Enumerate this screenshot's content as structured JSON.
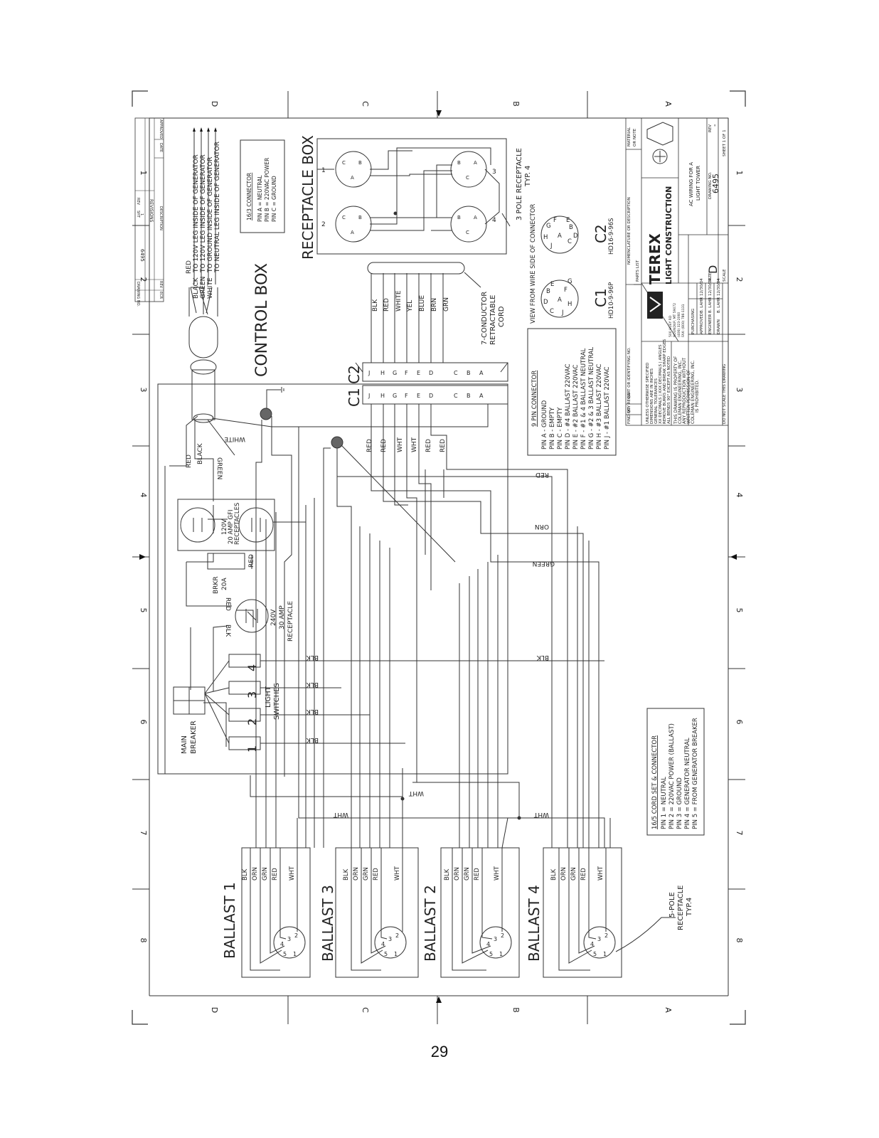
{
  "page_number": "29",
  "border": {
    "columns": [
      "D",
      "C",
      "B",
      "A"
    ],
    "rows": [
      "1",
      "2",
      "3",
      "4",
      "5",
      "6",
      "7",
      "8"
    ]
  },
  "revision_block": {
    "drawing_no_label": "DRAWING NO.",
    "drawing_no": "6495",
    "sheet_label": "SHT",
    "sheet_value": "1",
    "rev_label": "REV",
    "title": "REVISIONS",
    "columns": [
      "ECR",
      "REV",
      "DESCRIPTION",
      "DATE",
      "APPROVED"
    ]
  },
  "generator_leads": [
    {
      "color": "RED",
      "desc": "TO 120V LEG INSIDE OF GENERATOR"
    },
    {
      "color": "BLACK",
      "desc": "TO 120V LEG INSIDE OF GENERATOR"
    },
    {
      "color": "GREEN",
      "desc": "TO GROUND INSIDE OF GENERATOR"
    },
    {
      "color": "WHITE",
      "desc": "TO NEUTRAL LEG INSIDE OF GENERATOR"
    }
  ],
  "connector_16_3": {
    "title": "16/3 CONNECTOR",
    "lines": [
      "PIN A = NEUTRAL",
      "PIN B = 220VAC POWER",
      "PIN C = GROUND"
    ]
  },
  "receptacle_box": {
    "title": "RECEPTACLE BOX",
    "positions": [
      "1",
      "2",
      "3",
      "4"
    ],
    "pin_labels": [
      "C",
      "B",
      "A"
    ],
    "note_line1": "3 POLE RECEPTACLE",
    "note_line2": "TYP. 4"
  },
  "cord": {
    "wires": [
      "BLK",
      "RED",
      "WHITE",
      "YEL",
      "BLUE",
      "BRN",
      "GRN"
    ],
    "label_line1": "7-CONDUCTOR",
    "label_line2": "RETRACTABLE",
    "label_line3": "CORD"
  },
  "control_box": {
    "title": "CONTROL BOX",
    "c1_label": "C1",
    "c2_label": "C2",
    "connector_pins": [
      "J",
      "H",
      "G",
      "F",
      "E",
      "D",
      "C",
      "B",
      "A"
    ],
    "lead_labels": [
      "RED",
      "BLACK",
      "GREEN",
      "WHITE"
    ],
    "pin_wire_labels": [
      "RED",
      "RED",
      "WHT",
      "WHT",
      "RED",
      "RED"
    ],
    "gfi_line1": "120V",
    "gfi_line2": "20 AMP GFI",
    "gfi_line3": "RECEPTACLES",
    "breaker_line1": "BRKR",
    "breaker_line2": "20A",
    "breaker_wire": "RED",
    "recept240_line1": "240V",
    "recept240_line2": "30 AMP",
    "recept240_line3": "RECEPTACLE",
    "recept240_red": "RED",
    "recept240_blk": "BLK",
    "main_breaker_line1": "MAIN",
    "main_breaker_line2": "BREAKER",
    "light_switches_line1": "LIGHT",
    "light_switches_line2": "SWITCHES",
    "switch_numbers": [
      "1",
      "2",
      "3",
      "4"
    ],
    "switch_wire": "BLK"
  },
  "harness_labels": {
    "red": "RED",
    "orn": "ORN",
    "green": "GREEN",
    "blk": "BLK",
    "wht": "WHT"
  },
  "connector_view": {
    "title": "VIEW FROM WIRE SIDE OF CONNECTOR",
    "c1_name": "C1",
    "c1_part": "HD10-9-96P",
    "c2_name": "C2",
    "c2_part": "HD16-9-96S",
    "pins": [
      "A",
      "B",
      "C",
      "D",
      "E",
      "F",
      "G",
      "H",
      "J"
    ]
  },
  "nine_pin": {
    "title": "9 PIN CONNECTOR",
    "lines": [
      "PIN A - GROUND",
      "PIN B - EMPTY",
      "PIN C - EMPTY",
      "PIN D - #4 BALLAST 220VAC",
      "PIN E - #2 BALLAST 220VAC",
      "PIN F - #1 & 4 BALLAST NEUTRAL",
      "PIN G - #2 & 3 BALLAST NEUTRAL",
      "PIN H - #3 BALLAST 220VAC",
      "PIN J - #1 BALLAST 220VAC"
    ]
  },
  "cordset": {
    "title": "16/5 CORD SET & CONNECTOR",
    "lines": [
      "PIN 1 = NEUTRAL",
      "PIN 2 = 220VAC POWER (BALLAST)",
      "PIN 3 = GROUND",
      "PIN 4 = GENERATOR NEUTRAL",
      "PIN 5 = FROM GENERATOR BREAKER"
    ]
  },
  "ballasts": [
    {
      "title": "BALLAST 1",
      "wires": [
        "BLK",
        "ORN",
        "GRN",
        "RED",
        "WHT"
      ]
    },
    {
      "title": "BALLAST 3",
      "wires": [
        "BLK",
        "ORN",
        "GRN",
        "RED",
        "WHT"
      ]
    },
    {
      "title": "BALLAST 2",
      "wires": [
        "BLK",
        "ORN",
        "GRN",
        "RED",
        "WHT"
      ]
    },
    {
      "title": "BALLAST 4",
      "wires": [
        "BLK",
        "ORN",
        "GRN",
        "RED",
        "WHT"
      ]
    }
  ],
  "ballast_pin_digits": [
    "1",
    "2",
    "3",
    "4",
    "5"
  ],
  "five_pole_note": {
    "line1": "5-POLE",
    "line2": "RECEPTACLE",
    "line3": "TYP.4"
  },
  "title_block": {
    "material_label": "MATERIAL",
    "material_sub": "OR NOTE",
    "find_no": "FIND NO.",
    "qty_reqd": "QTY REQD",
    "part_label": "PART OR IDENTIFYING NO.",
    "nomenclature_label": "NOMENCLATURE OR DESCRIPTION",
    "parts_list": "PARTS LIST",
    "tolerance_lines": [
      "UNLESS OTHERWISE SPECIFIED",
      "DIMENSIONS ARE IN INCHES",
      "GENERAL TOLERANCES",
      "XX DECIMALS | XXX DECIMALS | ANGLES",
      "REMOVE BURRS AND BREAK SHARP EDGES",
      "ALL BENDS 90° EXCEPT AS NOTED"
    ],
    "property_lines": [
      "THIS DRAWING IS PROPERTY OF",
      "COLEMAN ENGINEERING, INC.",
      "ANY REPRODUCTION WITHOUT",
      "WRITTEN PERMISSION OF",
      "COLEMAN ENGINEERING, INC.",
      "IS PROHIBITED."
    ],
    "do_not_scale": "DO NOT SCALE THIS DRAWING",
    "approvals": [
      {
        "role": "PURCHASING",
        "name": "",
        "date": ""
      },
      {
        "role": "APPROVED",
        "name": "B. LAHR",
        "date": "12/30/04"
      },
      {
        "role": "ENGINEER",
        "name": "B. LAHR",
        "date": "12/30/04"
      },
      {
        "role": "DRAWN",
        "name": "B. LAHR",
        "date": "12/30/04"
      }
    ],
    "address_lines": [
      "500 HUEY RD",
      "ROUNDUP, MT 59072",
      "(406) 323-2060",
      "FAX: (800) 786-1131"
    ],
    "brand_line1": "TEREX",
    "brand_line2": "LIGHT CONSTRUCTION",
    "description_line1": "AC WIRING FOR A",
    "description_line2": "LIGHT TOWER",
    "drawing_no_label": "DRAWING NO.",
    "drawing_no": "6495",
    "size_label": "SIZE",
    "size": "D",
    "rev_label": "REV",
    "rev": "-",
    "scale_label": "SCALE",
    "sheet_text": "SHEET 1 OF 1"
  }
}
